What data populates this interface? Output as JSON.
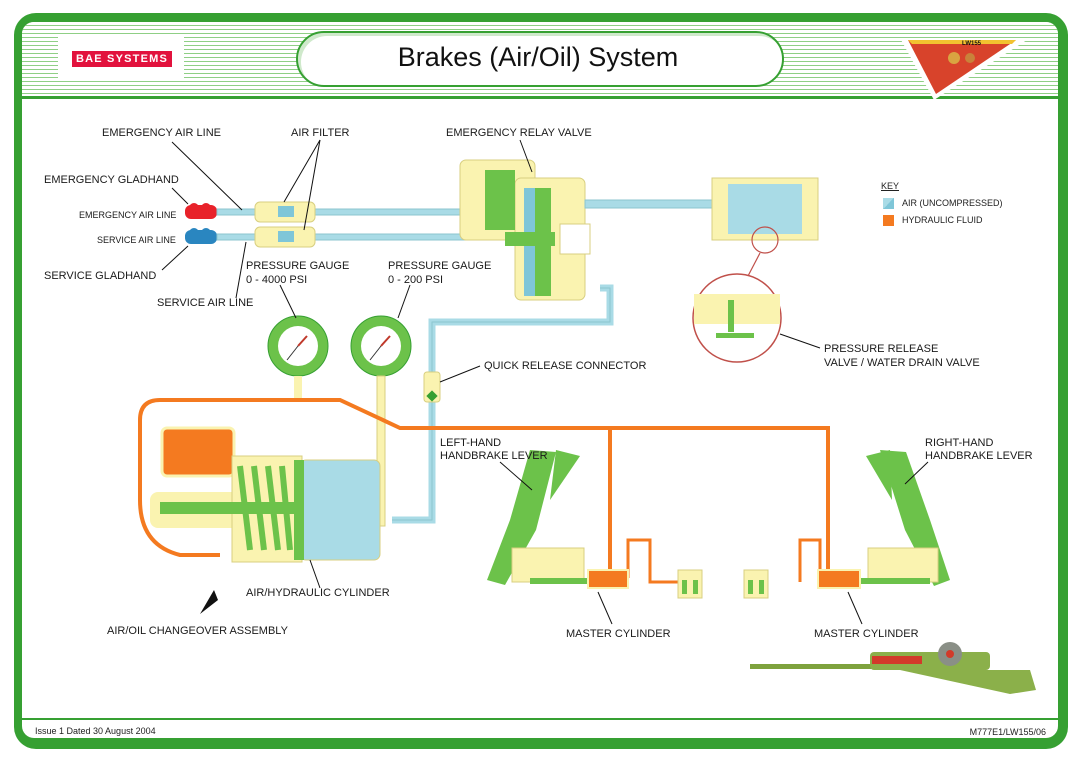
{
  "header": {
    "logo_text": "BAE SYSTEMS",
    "title": "Brakes (Air/Oil) System",
    "badge_text": "LW155"
  },
  "key": {
    "title": "KEY",
    "items": [
      {
        "label": "AIR (UNCOMPRESSED)",
        "color": "#a9dbe6"
      },
      {
        "label": "HYDRAULIC FLUID",
        "color": "#f47a20"
      }
    ]
  },
  "labels": {
    "emergency_air_line_top": "EMERGENCY AIR LINE",
    "air_filter": "AIR FILTER",
    "emergency_relay_valve": "EMERGENCY RELAY VALVE",
    "emergency_gladhand": "EMERGENCY GLADHAND",
    "emergency_air_line_small": "EMERGENCY AIR LINE",
    "service_air_line_small": "SERVICE AIR LINE",
    "service_gladhand": "SERVICE GLADHAND",
    "service_air_line": "SERVICE AIR LINE",
    "pressure_gauge_4000_l1": "PRESSURE GAUGE",
    "pressure_gauge_4000_l2": "0 - 4000 PSI",
    "pressure_gauge_200_l1": "PRESSURE GAUGE",
    "pressure_gauge_200_l2": "0 - 200 PSI",
    "quick_release_connector": "QUICK RELEASE CONNECTOR",
    "pressure_release_l1": "PRESSURE RELEASE",
    "pressure_release_l2": "VALVE / WATER DRAIN VALVE",
    "left_lever_l1": "LEFT-HAND",
    "left_lever_l2": "HANDBRAKE LEVER",
    "right_lever_l1": "RIGHT-HAND",
    "right_lever_l2": "HANDBRAKE LEVER",
    "air_hydraulic_cylinder": "AIR/HYDRAULIC CYLINDER",
    "air_oil_changeover": "AIR/OIL CHANGEOVER ASSEMBLY",
    "master_cylinder_left": "MASTER CYLINDER",
    "master_cylinder_right": "MASTER CYLINDER"
  },
  "colors": {
    "frame_green": "#36a032",
    "part_green": "#6cc24a",
    "body_yellow": "#faf3b0",
    "air_blue": "#a9dbe6",
    "hydraulic_orange": "#f47a20",
    "emergency_red": "#e8222a",
    "service_blue": "#2a86c0"
  },
  "footer": {
    "issue": "Issue 1 Dated 30 August 2004",
    "doc_ref": "M777E1/LW155/06"
  }
}
